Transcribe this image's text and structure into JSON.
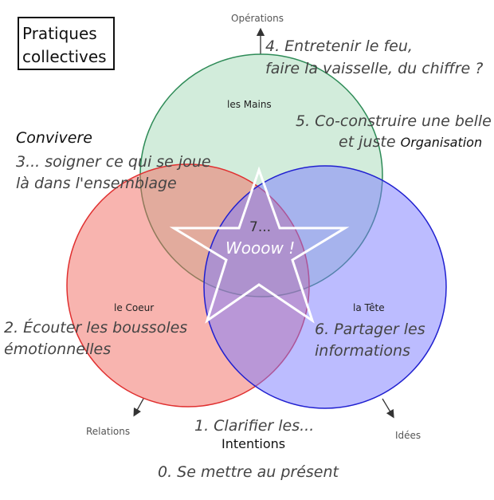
{
  "title_box": {
    "line1": "Pratiques",
    "line2": "collectives"
  },
  "axes": {
    "top": "Opérations",
    "bottom_left": "Relations",
    "bottom_right": "Idées"
  },
  "circles": {
    "hands": {
      "label": "les Mains",
      "color": "#2e8b57"
    },
    "heart": {
      "label": "le Coeur",
      "color": "#e03030"
    },
    "head": {
      "label": "la Tête",
      "color": "#2020d0"
    }
  },
  "practices": {
    "p0": "0. Se mettre au présent",
    "p1_line1": "1. Clarifier les...",
    "p1_line2": "Intentions",
    "p2_line1": "2. Écouter les boussoles",
    "p2_line2": "émotionnelles",
    "p3_title": "Convivere",
    "p3_line1": "3... soigner ce qui se joue",
    "p3_line2": "là dans l'ensemblage",
    "p4_line1": "4. Entretenir le feu,",
    "p4_line2": "faire la vaisselle, du chiffre ?",
    "p5_line1": "5. Co-construire une belle",
    "p5_line2a": "et juste",
    "p5_line2b": "Organisation",
    "p6_line1": "6. Partager les",
    "p6_line2": "informations",
    "p7_line1": "7...",
    "p7_line2": "Wooow !"
  }
}
